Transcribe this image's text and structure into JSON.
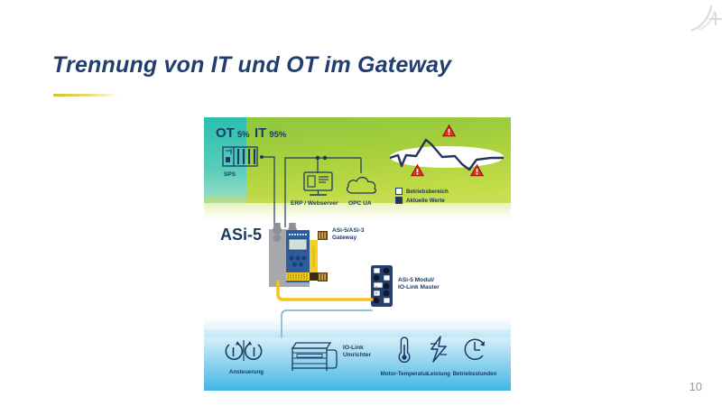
{
  "slide": {
    "title": "Trennung von IT und OT im Gateway",
    "page_number": "10"
  },
  "diagram": {
    "ot_zone": {
      "label": "OT",
      "percent": "5%",
      "device_label": "SPS"
    },
    "it_zone": {
      "label": "IT",
      "percent": "95%",
      "nodes": [
        {
          "name": "erp-webserver",
          "label": "ERP / Webserver"
        },
        {
          "name": "opc-ua",
          "label": "OPC UA"
        }
      ]
    },
    "chart_legend": [
      {
        "swatch": "white",
        "label": "Betriebsbereich"
      },
      {
        "swatch": "dark",
        "label": "Aktuelle Werte"
      }
    ],
    "middle": {
      "asi5_title": "ASi-5",
      "gateway_label_line1": "ASi-5/ASi-3",
      "gateway_label_line2": "Gateway",
      "module_label_line1": "ASi-5 Modul/",
      "module_label_line2": "IO-Link Master"
    },
    "bottom_icons": [
      {
        "name": "control-icon",
        "label": "Ansteuerung",
        "label2": ""
      },
      {
        "name": "io-link-drive-icon",
        "label": "IO-Link",
        "label2": "Umrichter"
      },
      {
        "name": "thermometer-icon",
        "label": "Motor-Temperatur",
        "label2": ""
      },
      {
        "name": "lightning-icon",
        "label": "Leistung",
        "label2": ""
      },
      {
        "name": "clock-icon",
        "label": "Betriebsstunden",
        "label2": ""
      }
    ]
  },
  "colors": {
    "title": "#223e6e",
    "accent_rule": "#d8c227",
    "ot": "#2bbfae",
    "it": "#a9d13c",
    "bottom": "#41b6e6",
    "device_blue": "#2e5c9e",
    "terminal_yellow": "#f5d020",
    "warning_red": "#e03020"
  },
  "chart_data": {
    "type": "line",
    "title": "",
    "xlabel": "",
    "ylabel": "",
    "grid": false,
    "legend_position": "below",
    "series": [
      {
        "name": "Betriebsbereich",
        "type": "band",
        "upper": [
          44,
          44,
          44,
          44,
          44,
          44,
          44,
          44,
          44,
          44,
          44,
          44
        ],
        "lower": [
          66,
          66,
          66,
          66,
          66,
          66,
          66,
          66,
          66,
          66,
          66,
          66
        ]
      },
      {
        "name": "Aktuelle Werte",
        "type": "line",
        "x": [
          0,
          8,
          16,
          24,
          30,
          40,
          52,
          62,
          72,
          82,
          90,
          100
        ],
        "values": [
          56,
          52,
          52,
          78,
          74,
          30,
          50,
          52,
          62,
          80,
          58,
          56
        ]
      }
    ],
    "annotations": [
      {
        "name": "warning-top",
        "x": 52,
        "y": 22,
        "symbol": "!"
      },
      {
        "name": "warning-bottom-left",
        "x": 27,
        "y": 86,
        "symbol": "!"
      },
      {
        "name": "warning-bottom-right",
        "x": 82,
        "y": 86,
        "symbol": "!"
      }
    ]
  }
}
